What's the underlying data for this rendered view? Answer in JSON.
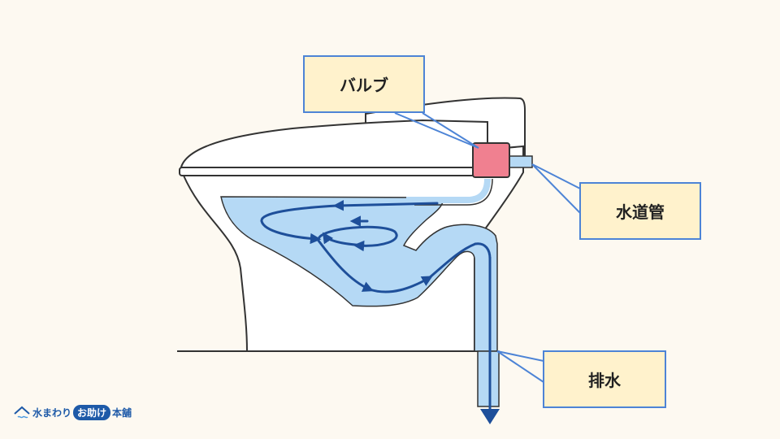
{
  "labels": {
    "valve": "バルブ",
    "water_pipe": "水道管",
    "drain": "排水"
  },
  "logo": {
    "part1": "水まわり",
    "part2": "お助け",
    "part3": "本舗"
  },
  "colors": {
    "background": "#fdf9f1",
    "callout_fill": "#fff2cc",
    "callout_border": "#4d84d6",
    "water": "#b5d9f5",
    "valve": "#f08090",
    "flow_arrow": "#1e4f9a",
    "outline": "#333333"
  }
}
